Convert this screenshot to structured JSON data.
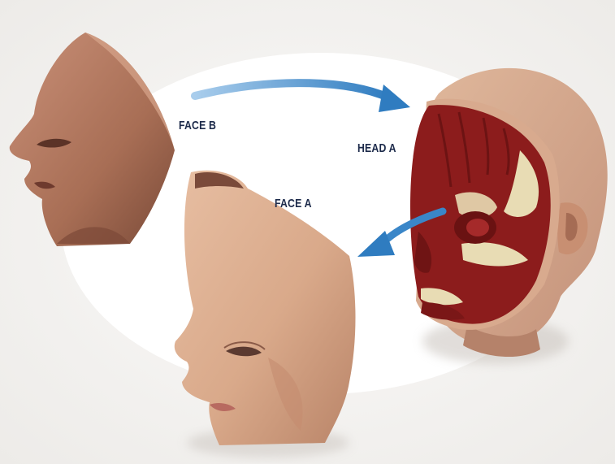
{
  "labels": {
    "face_b": "FACE B",
    "head_a": "HEAD A",
    "face_a": "FACE A"
  },
  "colors": {
    "background": "#f4f2f0",
    "backdrop_ellipse": "#ffffff",
    "skin": "#d9a98a",
    "skin_shadow": "#a8735a",
    "muscle": "#8c1c1c",
    "bone": "#e8dcb4",
    "arrow": "#3a86c8",
    "label": "#1c2a4a"
  }
}
